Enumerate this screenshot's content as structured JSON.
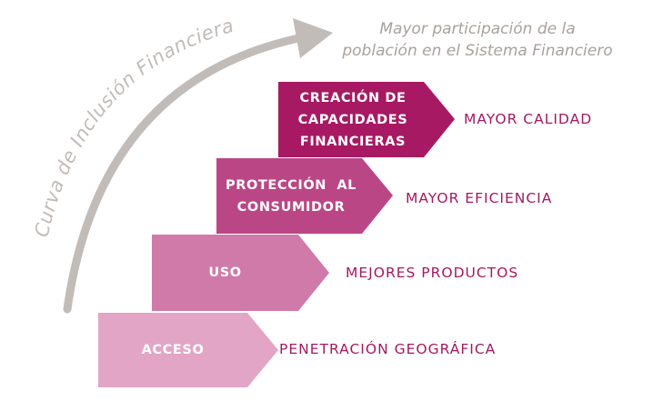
{
  "curve": {
    "label": "Curva de Inclusión Financiera"
  },
  "goal": {
    "line1": "Mayor participación de la",
    "line2": "población en el Sistema Financiero"
  },
  "steps": [
    {
      "label_lines": [
        "ACCESO"
      ],
      "outcome": "PENETRACIÓN GEOGRÁFICA",
      "color": "#e2a5c6"
    },
    {
      "label_lines": [
        "USO"
      ],
      "outcome": "MEJORES PRODUCTOS",
      "color": "#cf7aa8"
    },
    {
      "label_lines": [
        "PROTECCIÓN  AL",
        "CONSUMIDOR"
      ],
      "outcome": "MAYOR EFICIENCIA",
      "color": "#bb4686"
    },
    {
      "label_lines": [
        "CREACIÓN DE",
        "CAPACIDADES",
        "FINANCIERAS"
      ],
      "outcome": "MAYOR CALIDAD",
      "color": "#a71a63"
    }
  ],
  "colors": {
    "curve": "#c2bcb8",
    "goal_text": "#a9a19c",
    "outcome_text": "#a21a62"
  }
}
